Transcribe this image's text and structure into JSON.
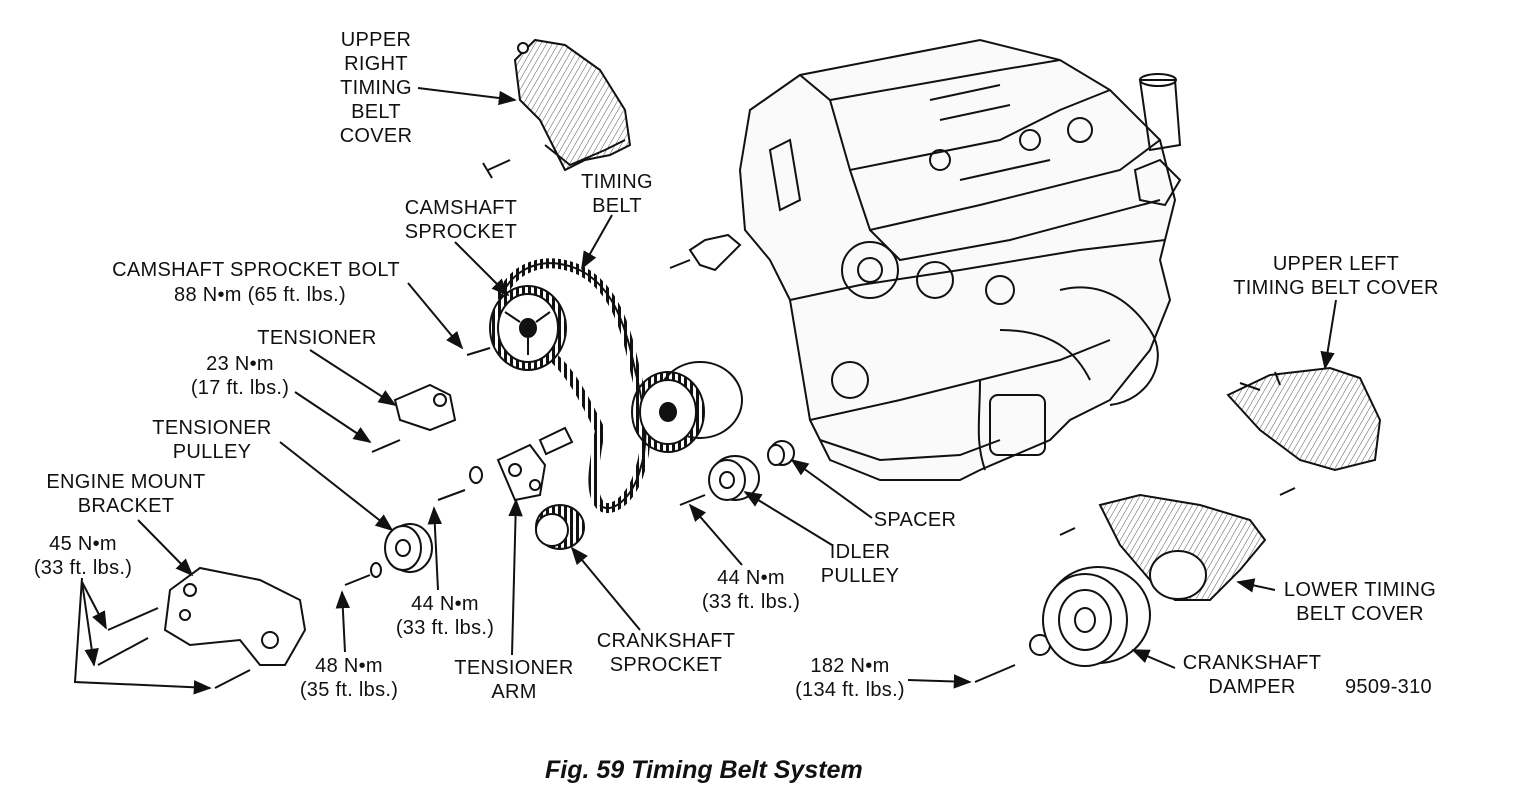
{
  "labels": {
    "upper_right_cover": "UPPER\nRIGHT\nTIMING\nBELT\nCOVER",
    "timing_belt": "TIMING\nBELT",
    "camshaft_sprocket": "CAMSHAFT\nSPROCKET",
    "camshaft_sprocket_bolt": "CAMSHAFT SPROCKET BOLT",
    "camshaft_bolt_torque": "88 N•m (65 ft. lbs.)",
    "tensioner": "TENSIONER",
    "tensioner_torque": "23 N•m\n(17 ft. lbs.)",
    "tensioner_pulley": "TENSIONER\nPULLEY",
    "engine_mount_bracket": "ENGINE MOUNT\nBRACKET",
    "mount_torque": "45 N•m\n(33 ft. lbs.)",
    "bolt_48": "48 N•m\n(35 ft. lbs.)",
    "bolt_44_left": "44 N•m\n(33 ft. lbs.)",
    "tensioner_arm": "TENSIONER\nARM",
    "crankshaft_sprocket": "CRANKSHAFT\nSPROCKET",
    "bolt_44_right": "44 N•m\n(33 ft. lbs.)",
    "idler_pulley": "IDLER\nPULLEY",
    "spacer": "SPACER",
    "upper_left_cover": "UPPER LEFT\nTIMING BELT COVER",
    "lower_cover": "LOWER TIMING\nBELT COVER",
    "crankshaft_damper": "CRANKSHAFT\nDAMPER",
    "damper_torque": "182 N•m\n(134 ft. lbs.)"
  },
  "figure_number": "9509-310",
  "caption": "Fig. 59 Timing Belt System"
}
